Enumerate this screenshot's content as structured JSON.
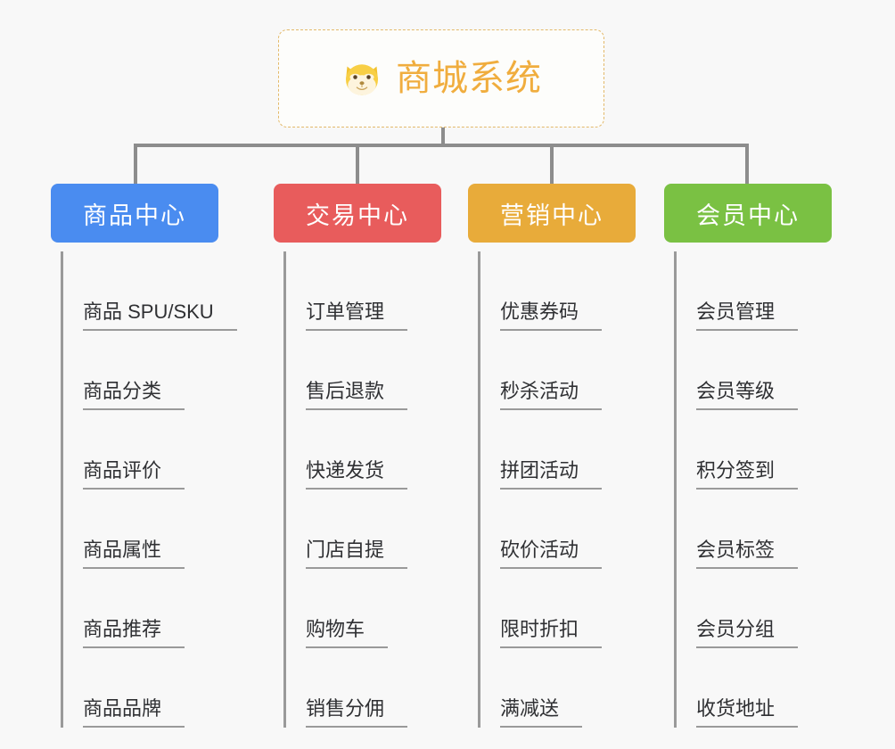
{
  "diagram": {
    "type": "mind-map",
    "background_color": "#f8f8f8",
    "root": {
      "title": "商城系统",
      "logo_icon": "shiba-inu-dog-face-icon",
      "text_color": "#f0ad3e",
      "border_color": "#e3b96a",
      "background_color": "#fdfdfb"
    },
    "connector_color": "#8d8d8d",
    "branches": [
      {
        "label": "商品中心",
        "color": "#4a8cf0",
        "items": [
          "商品 SPU/SKU",
          "商品分类",
          "商品评价",
          "商品属性",
          "商品推荐",
          "商品品牌"
        ]
      },
      {
        "label": "交易中心",
        "color": "#e85c5c",
        "items": [
          "订单管理",
          "售后退款",
          "快递发货",
          "门店自提",
          "购物车",
          "销售分佣"
        ]
      },
      {
        "label": "营销中心",
        "color": "#e8ab3a",
        "items": [
          "优惠券码",
          "秒杀活动",
          "拼团活动",
          "砍价活动",
          "限时折扣",
          "满减送"
        ]
      },
      {
        "label": "会员中心",
        "color": "#7ac143",
        "items": [
          "会员管理",
          "会员等级",
          "积分签到",
          "会员标签",
          "会员分组",
          "收货地址"
        ]
      }
    ]
  }
}
